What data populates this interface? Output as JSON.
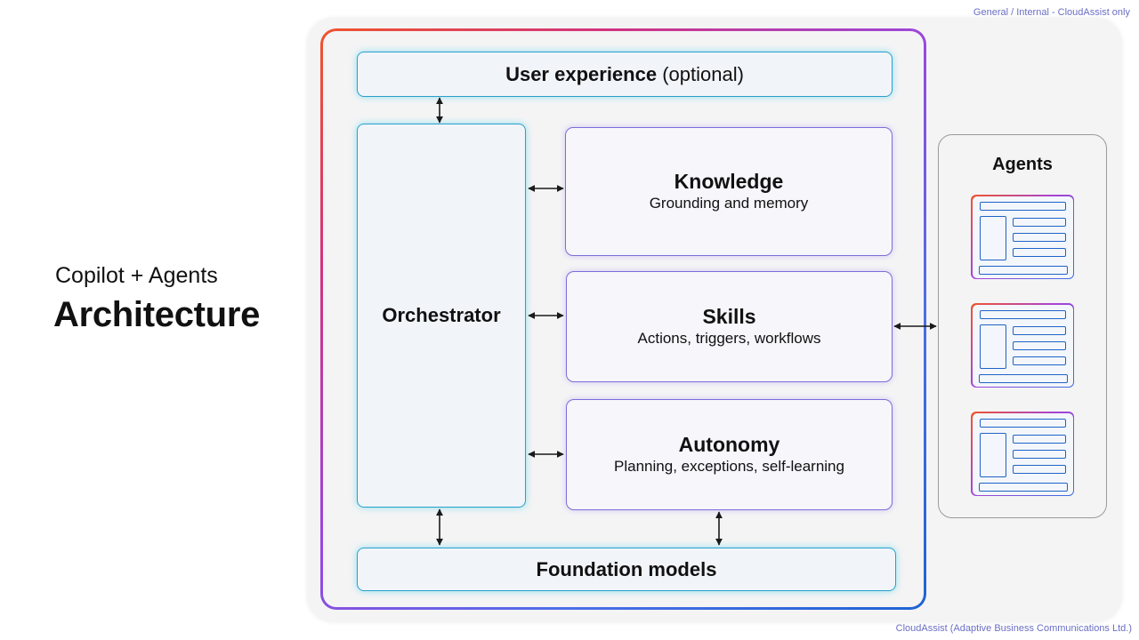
{
  "header": {
    "classification": "General / Internal - CloudAssist only"
  },
  "title": {
    "subtitle": "Copilot + Agents",
    "main": "Architecture"
  },
  "diagram": {
    "user_experience": {
      "label": "User experience",
      "qualifier": "(optional)"
    },
    "orchestrator": "Orchestrator",
    "knowledge": {
      "title": "Knowledge",
      "subtitle": "Grounding and memory"
    },
    "skills": {
      "title": "Skills",
      "subtitle": "Actions, triggers, workflows"
    },
    "autonomy": {
      "title": "Autonomy",
      "subtitle": "Planning, exceptions, self-learning"
    },
    "foundation": "Foundation models",
    "agents": {
      "title": "Agents",
      "card_count": 3
    }
  },
  "colors": {
    "frame_gradient": [
      "#f0542c",
      "#d2337e",
      "#9848e0",
      "#4d6ee8",
      "#1f63d4"
    ],
    "blue_box_border": "#2a9fcc",
    "purple_box_border": "#7a6fd8",
    "connector": "#1a1a1a",
    "footer_text": "#6a6ec4"
  },
  "footer": {
    "text": "CloudAssist (Adaptive Business Communications Ltd.)"
  }
}
